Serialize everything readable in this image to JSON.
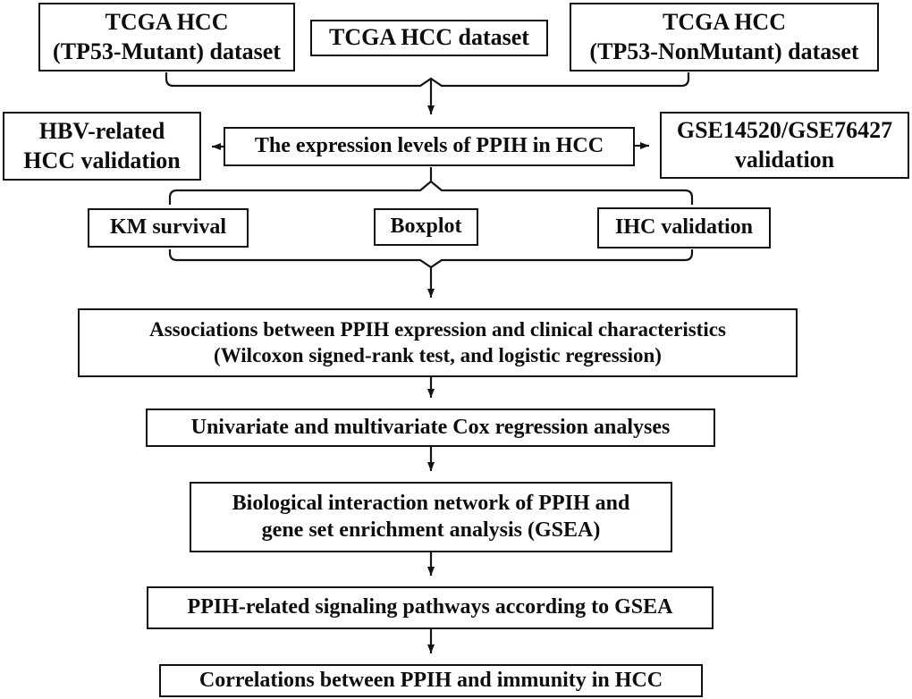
{
  "diagram": {
    "title": "PPIH in HCC study workflow flowchart",
    "colors": {
      "ink": "#0d0d0d",
      "background": "#ffffff"
    },
    "nodes": {
      "tcga_mutant": {
        "lines": [
          "TCGA HCC",
          "(TP53-Mutant) dataset"
        ]
      },
      "tcga": {
        "lines": [
          "TCGA HCC dataset"
        ]
      },
      "tcga_nonmutant": {
        "lines": [
          "TCGA HCC",
          "(TP53-NonMutant) dataset"
        ]
      },
      "hbv": {
        "lines": [
          "HBV-related",
          "HCC validation"
        ]
      },
      "expression": {
        "lines": [
          "The expression levels of PPIH in HCC"
        ]
      },
      "gse": {
        "lines": [
          "GSE14520/GSE76427",
          "validation"
        ]
      },
      "km": {
        "lines": [
          "KM survival"
        ]
      },
      "boxplot": {
        "lines": [
          "Boxplot"
        ]
      },
      "ihc": {
        "lines": [
          "IHC validation"
        ]
      },
      "associations": {
        "lines": [
          "Associations between PPIH expression and clinical characteristics",
          "(Wilcoxon signed-rank test, and logistic regression)"
        ]
      },
      "cox": {
        "lines": [
          "Univariate and multivariate Cox regression analyses"
        ]
      },
      "bio_network": {
        "lines": [
          "Biological interaction network of PPIH and",
          "gene set enrichment analysis (GSEA)"
        ]
      },
      "gsea_pathways": {
        "lines": [
          "PPIH-related signaling pathways according to GSEA"
        ]
      },
      "immunity": {
        "lines": [
          "Correlations between PPIH and immunity in HCC"
        ]
      }
    }
  }
}
